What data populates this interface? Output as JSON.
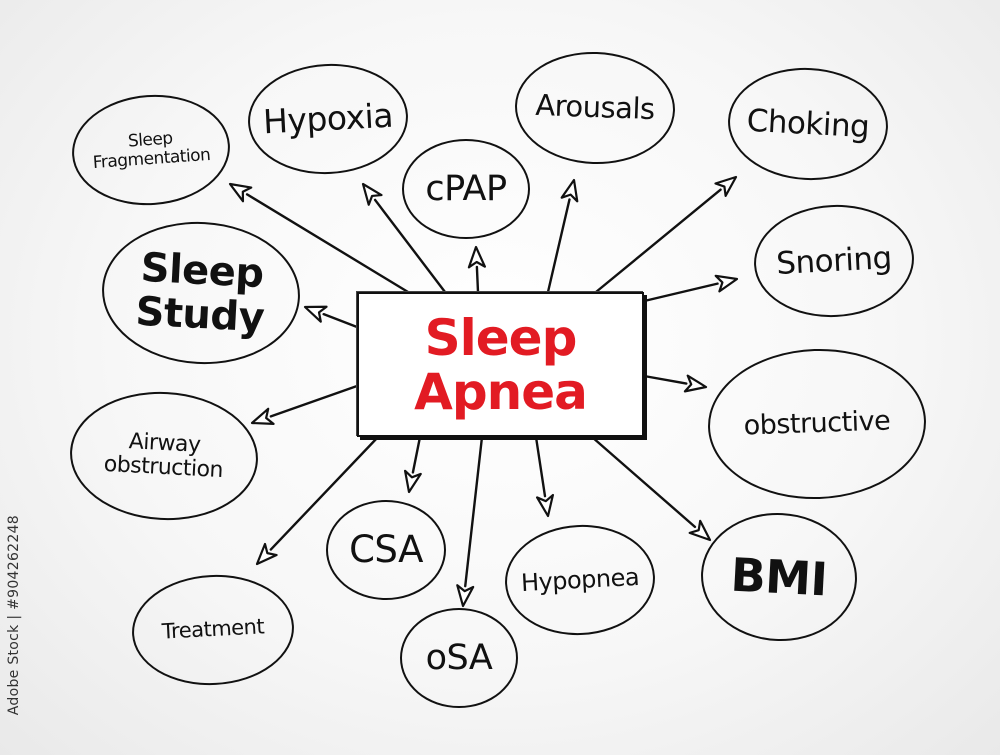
{
  "center": {
    "line1": "Sleep",
    "line2": "Apnea"
  },
  "nodes": [
    {
      "id": "sleep-fragmentation",
      "line1": "Sleep",
      "line2": "Fragmentation"
    },
    {
      "id": "hypoxia",
      "line1": "Hypoxia"
    },
    {
      "id": "cpap",
      "line1": "cPAP"
    },
    {
      "id": "arousals",
      "line1": "Arousals"
    },
    {
      "id": "choking",
      "line1": "Choking"
    },
    {
      "id": "snoring",
      "line1": "Snoring"
    },
    {
      "id": "sleep-study",
      "line1": "Sleep",
      "line2": "Study"
    },
    {
      "id": "obstructive",
      "line1": "obstructive"
    },
    {
      "id": "airway-obstruction",
      "line1": "Airway",
      "line2": "obstruction"
    },
    {
      "id": "csa",
      "line1": "CSA"
    },
    {
      "id": "hypopnea",
      "line1": "Hypopnea"
    },
    {
      "id": "bmi",
      "line1": "BMI"
    },
    {
      "id": "treatment",
      "line1": "Treatment"
    },
    {
      "id": "osa",
      "line1": "oSA"
    }
  ],
  "watermark": "Adobe Stock | #904262248",
  "colors": {
    "center_text": "#e21b23",
    "ink": "#111111",
    "background": "#f4f4f4"
  }
}
